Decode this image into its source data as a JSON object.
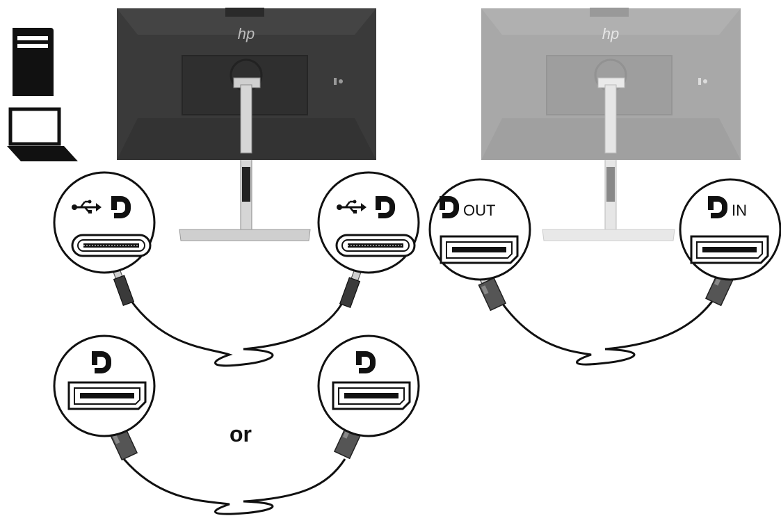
{
  "brand": "hp",
  "connector_text": {
    "dp_out": "OUT",
    "dp_in": "IN",
    "or": "or"
  },
  "monitors": [
    {
      "id": "primary",
      "color": "#3a3a3a",
      "brand_color": "#bbbbbb"
    },
    {
      "id": "secondary",
      "color": "#a8a8a8",
      "brand_color": "#e6e6e6"
    }
  ],
  "icons": [
    "desktop-tower-icon",
    "laptop-icon",
    "usb-icon",
    "displayport-icon"
  ]
}
